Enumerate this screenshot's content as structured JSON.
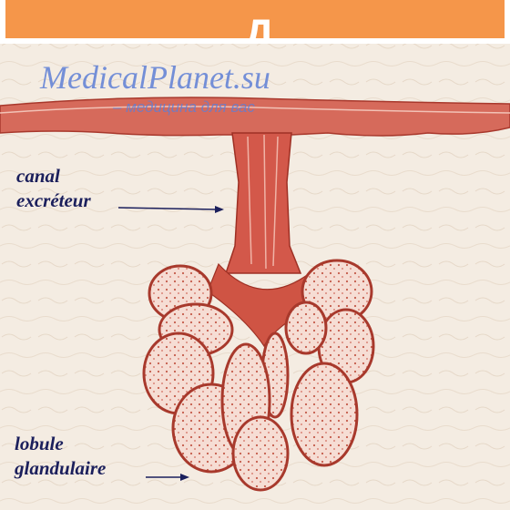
{
  "header": {
    "letter": "Д",
    "bar_color": "#f5964a"
  },
  "watermark": {
    "site": "MedicalPlanet.su",
    "tagline": "– медицина для вас"
  },
  "labels": {
    "duct": {
      "line1": "canal",
      "line2": "excréteur"
    },
    "lobule": {
      "line1": "lobule",
      "line2": "glandulaire"
    }
  },
  "colors": {
    "tissue": "#c84a3c",
    "background": "#f4ece2",
    "label_text": "#1b1f5c",
    "watermark": "#5e7fd6"
  }
}
